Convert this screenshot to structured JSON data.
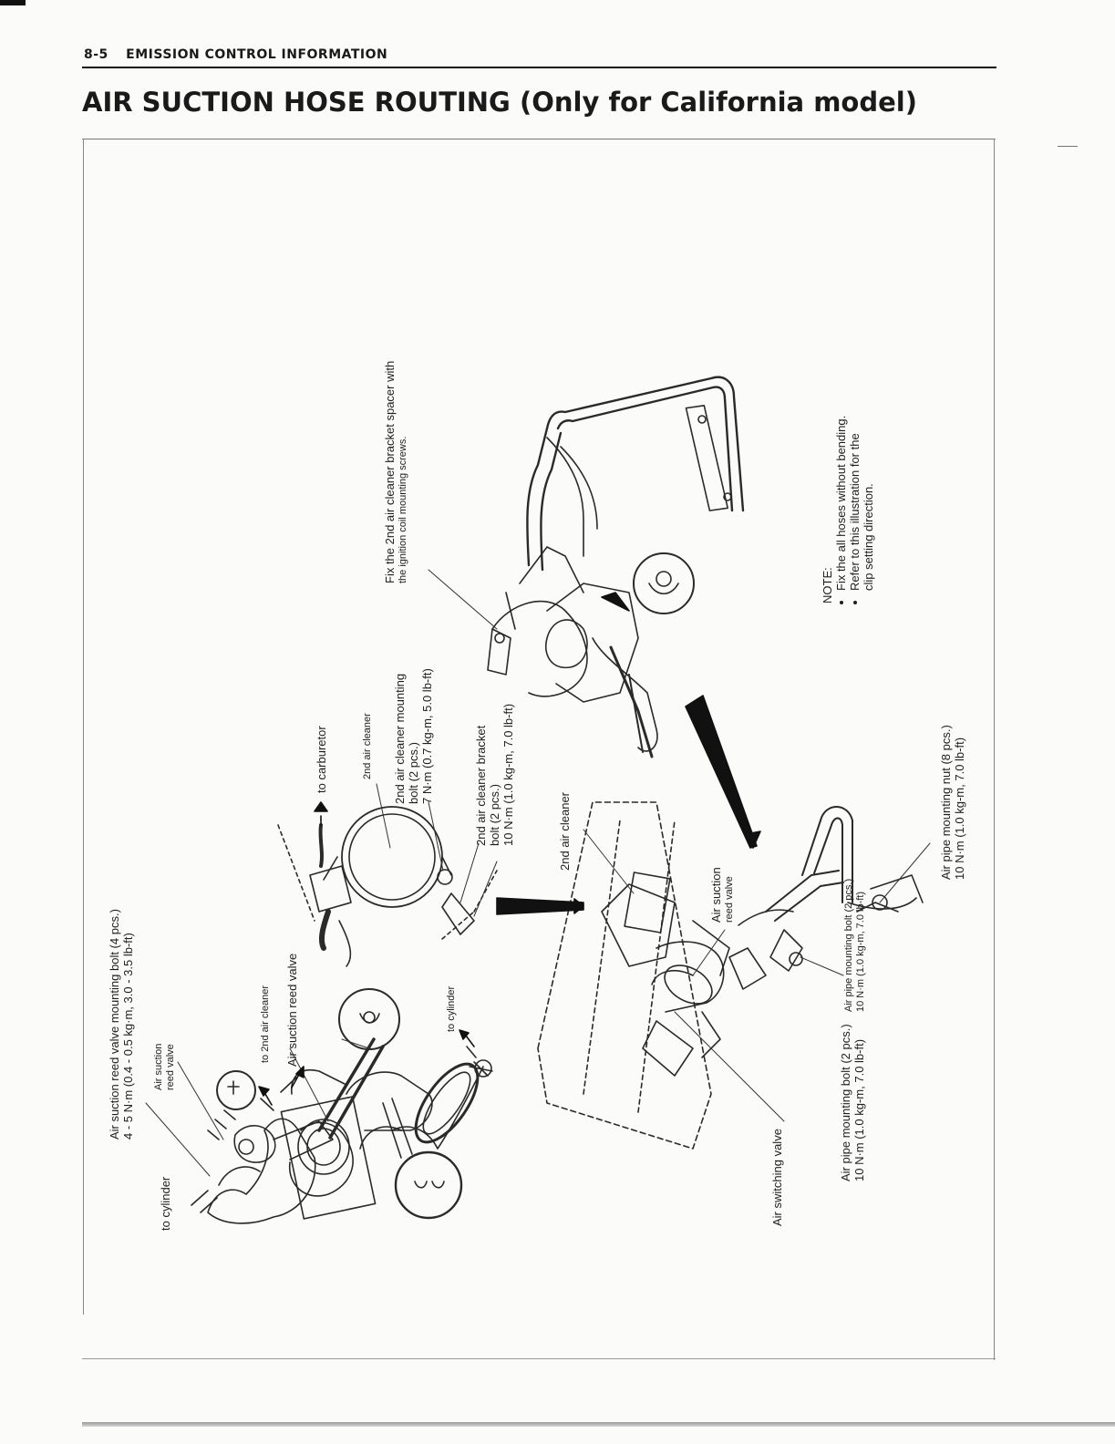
{
  "header": {
    "page_number": "8-5",
    "section": "EMISSION CONTROL INFORMATION"
  },
  "title": "AIR SUCTION HOSE ROUTING (Only for California model)",
  "labels": {
    "reed_bolt": {
      "line1": "Air suction reed valve mounting bolt (4 pcs.)",
      "line2": "4 - 5 N·m (0.4 - 0.5 kg·m, 3.0 - 3.5 lb-ft)"
    },
    "air_suction_reed_valve_small": {
      "line1": "Air suction",
      "line2": "reed valve"
    },
    "to_cylinder_1": "to cylinder",
    "to_2nd_air_cleaner": "to 2nd air cleaner",
    "air_suction_reed_valve": "Air suction reed valve",
    "to_cylinder_2": "to cylinder",
    "to_carburetor": "to carburetor",
    "second_air_cleaner_1": "2nd air cleaner",
    "cleaner_mounting_bolt": {
      "line1": "2nd air cleaner mounting",
      "line2": "bolt (2 pcs.)",
      "line3": "7 N·m (0.7 kg-m, 5.0 lb-ft)"
    },
    "cleaner_bracket_bolt": {
      "line1": "2nd air cleaner bracket",
      "line2": "bolt (2 pcs.)",
      "line3": "10 N·m (1.0 kg-m, 7.0 lb-ft)"
    },
    "second_air_cleaner_2": "2nd air cleaner",
    "fix_spacer": {
      "line1": "Fix the 2nd air cleaner bracket spacer with",
      "line2": "the ignition coil mounting screws."
    },
    "air_suction_reed_valve_right": {
      "line1": "Air suction",
      "line2": "reed valve"
    },
    "air_switching_valve": "Air switching valve",
    "pipe_bolt_1": {
      "line1": "Air pipe mounting bolt (2 pcs.)",
      "line2": "10 N·m (1.0 kg-m, 7.0 lb-ft)"
    },
    "pipe_bolt_2": {
      "line1": "Air pipe mounting bolt (2 pcs.)",
      "line2": "10 N·m (1.0 kg-m, 7.0 lb-ft)"
    },
    "pipe_nut": {
      "line1": "Air pipe mounting nut (8 pcs.)",
      "line2": "10 N·m (1.0 kg-m, 7.0 lb-ft)"
    }
  },
  "note": {
    "heading": "NOTE:",
    "items": [
      "Fix the all hoses without bending.",
      "Refer to this illustration for the",
      "clip setting direction."
    ]
  }
}
